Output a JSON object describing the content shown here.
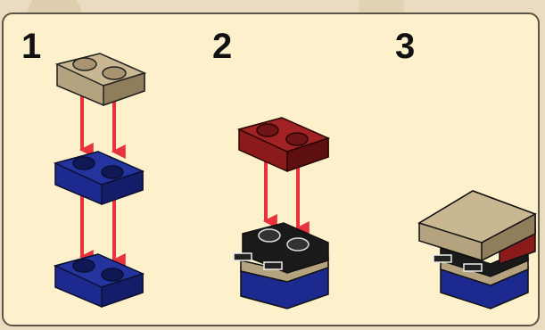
{
  "steps": [
    {
      "number": "1"
    },
    {
      "number": "2"
    },
    {
      "number": "3"
    }
  ],
  "colors": {
    "panel_bg": "#fdf1cc",
    "tan_brick": "#b5a27e",
    "blue_brick": "#1c2a8f",
    "dark_red_brick": "#8b1a1a",
    "black_clip": "#1a1a1a",
    "arrow": "#e8323c"
  },
  "icons": [
    "tan-plate",
    "blue-plate",
    "dark-red-plate",
    "clip-plate",
    "assembled-model",
    "down-arrow"
  ]
}
